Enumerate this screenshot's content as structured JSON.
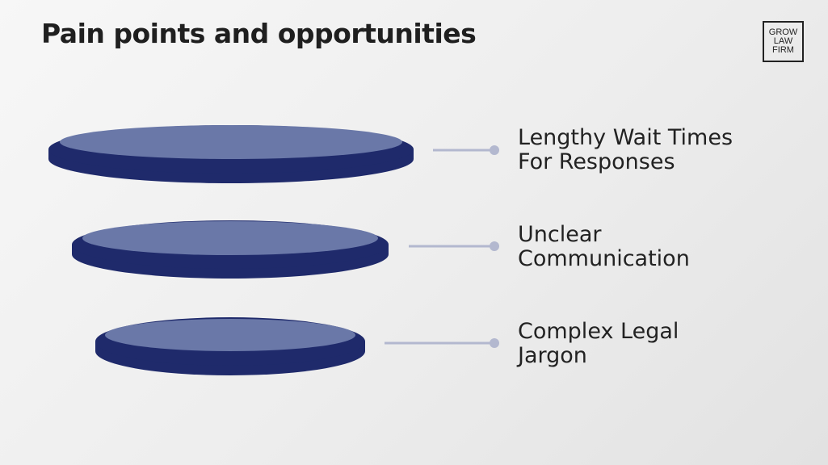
{
  "title": "Pain points and opportunities",
  "logo": {
    "lines": [
      "GROW",
      "LAW",
      "FIRM"
    ]
  },
  "colors": {
    "disc_rim": "#1f2a6b",
    "disc_face": "#6a78a8",
    "connector": "#b3b8cf",
    "text": "#222222"
  },
  "items": [
    {
      "lines": [
        "Lengthy Wait Times",
        "For Responses"
      ]
    },
    {
      "lines": [
        "Unclear",
        "Communication"
      ]
    },
    {
      "lines": [
        "Complex Legal",
        "Jargon"
      ]
    }
  ]
}
